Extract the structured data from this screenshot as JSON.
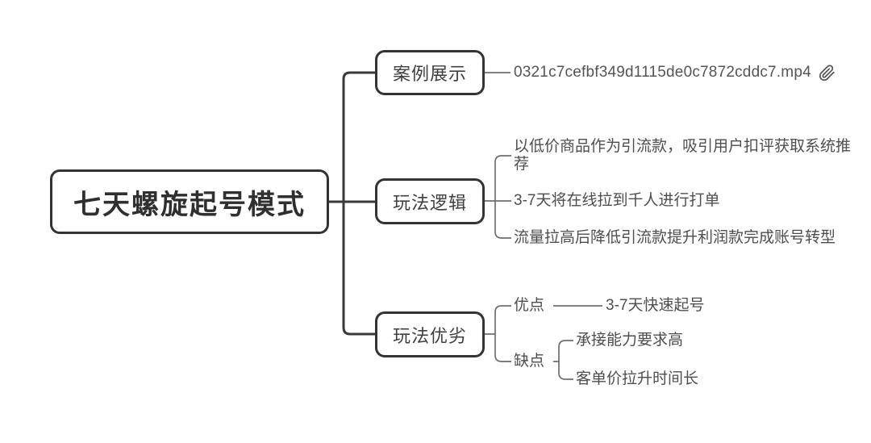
{
  "colors": {
    "background": "#ffffff",
    "connector_dark": "#3a3a3a",
    "connector_gray": "#6f6f6f",
    "node_border": "#333333",
    "root_text": "#2f2f2f",
    "branch_text": "#3f3f3f",
    "leaf_text": "#4e4e4e",
    "attachment_text": "#555555"
  },
  "root": {
    "label": "七天螺旋起号模式"
  },
  "branches": [
    {
      "label": "案例展示",
      "attachment": {
        "filename": "0321c7cefbf349d1115de0c7872cddc7.mp4",
        "icon": "paperclip-icon"
      }
    },
    {
      "label": "玩法逻辑",
      "points": [
        "以低价商品作为引流款，吸引用户扣评获取系统推荐",
        "3-7天将在线拉到千人进行打单",
        "流量拉高后降低引流款提升利润款完成账号转型"
      ]
    },
    {
      "label": "玩法优劣",
      "pros": {
        "label": "优点",
        "items": [
          "3-7天快速起号"
        ]
      },
      "cons": {
        "label": "缺点",
        "items": [
          "承接能力要求高",
          "客单价拉升时间长"
        ]
      }
    }
  ]
}
